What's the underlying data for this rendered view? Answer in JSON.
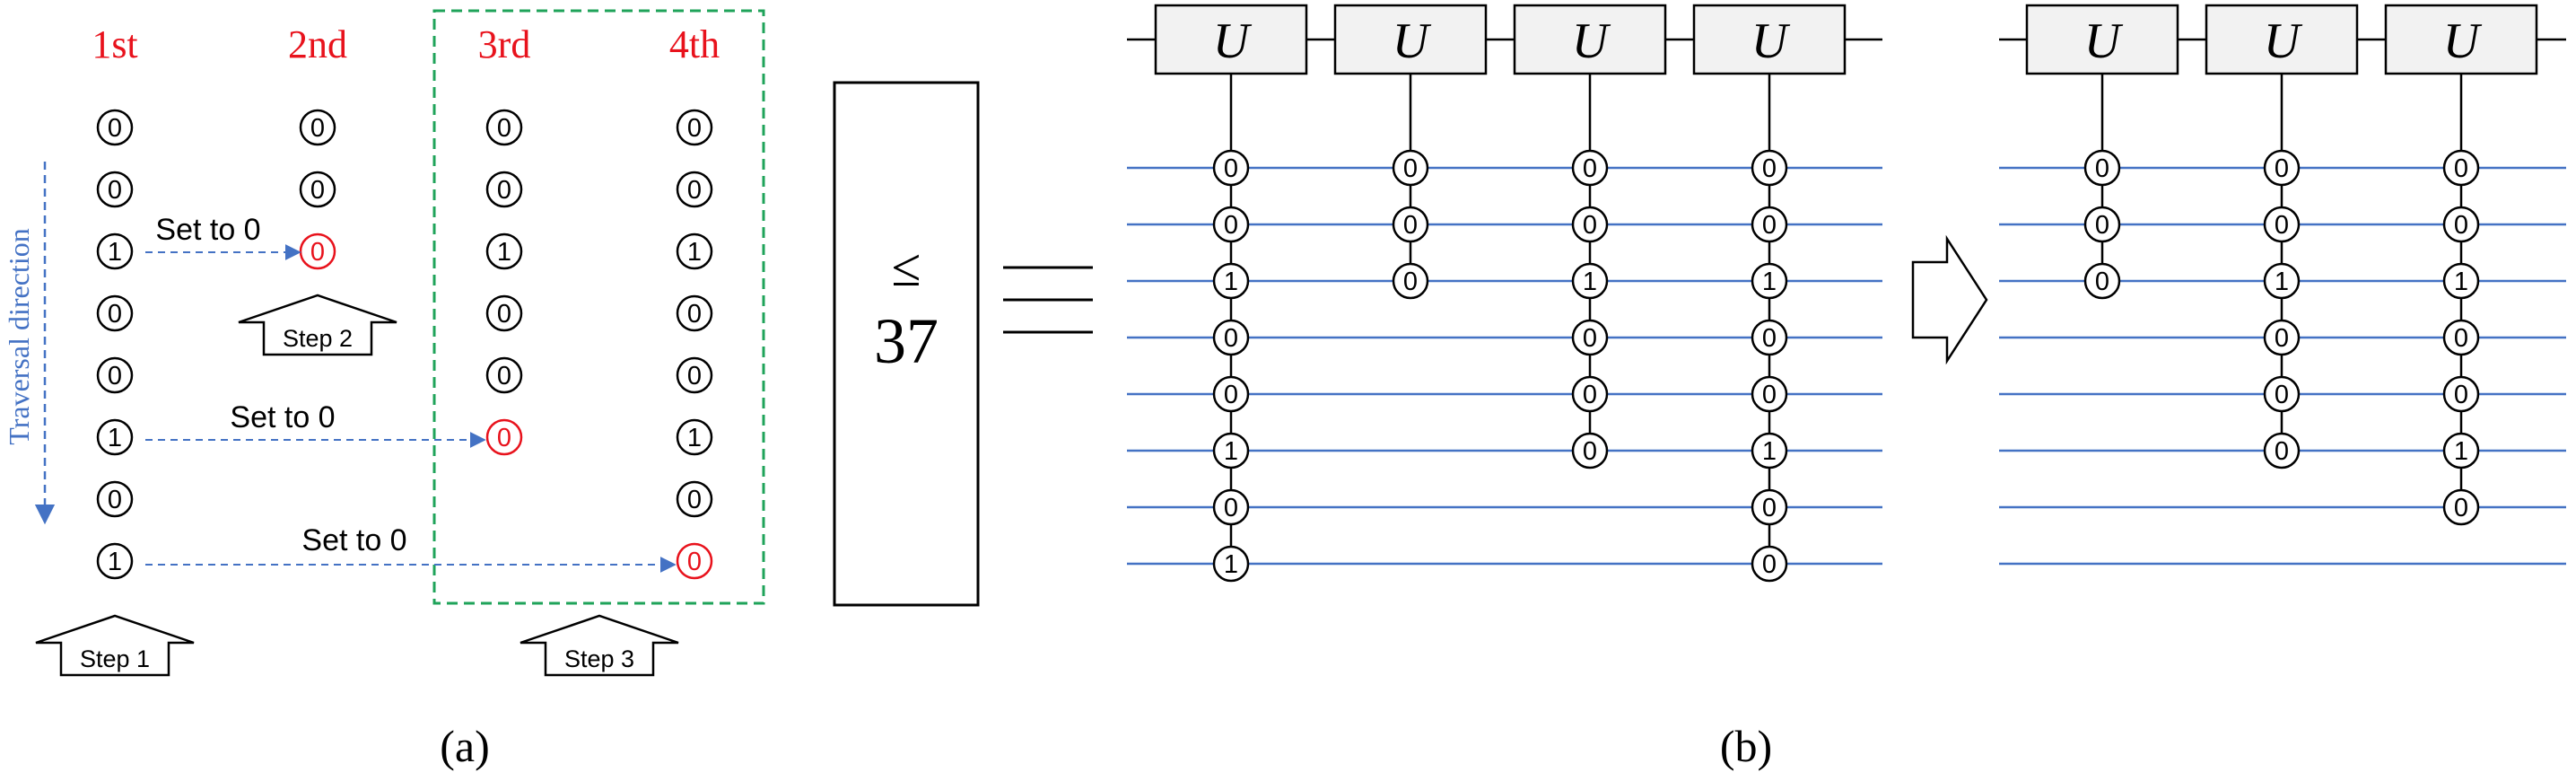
{
  "panel_a": {
    "caption": "(a)",
    "columns": [
      {
        "label": "1st",
        "bits": [
          "0",
          "0",
          "1",
          "0",
          "0",
          "1",
          "0",
          "1"
        ],
        "red_rows": []
      },
      {
        "label": "2nd",
        "bits": [
          "0",
          "0",
          "0"
        ],
        "red_rows": [
          2
        ]
      },
      {
        "label": "3rd",
        "bits": [
          "0",
          "0",
          "1",
          "0",
          "0",
          "0"
        ],
        "red_rows": [
          5
        ]
      },
      {
        "label": "4th",
        "bits": [
          "0",
          "0",
          "1",
          "0",
          "0",
          "1",
          "0",
          "0"
        ],
        "red_rows": [
          7
        ]
      }
    ],
    "traversal_label": "Traversal direction",
    "arrows": [
      {
        "label": "Set to 0",
        "row": 2,
        "from_col": 0,
        "to_col": 1
      },
      {
        "label": "Set to 0",
        "row": 5,
        "from_col": 0,
        "to_col": 2
      },
      {
        "label": "Set to 0",
        "row": 7,
        "from_col": 0,
        "to_col": 3
      }
    ],
    "steps": [
      {
        "label": "Step 1",
        "col": 0,
        "below_row": 7
      },
      {
        "label": "Step 2",
        "col": 1,
        "below_row": 2
      },
      {
        "label": "Step 3",
        "col": 2.5,
        "below_row": 7
      }
    ],
    "colors": {
      "red": "#e8121c",
      "blue": "#4472c4",
      "green": "#1fa35a",
      "black": "#000000"
    }
  },
  "bound_box": {
    "relation": "≤",
    "value": "37"
  },
  "equiv_symbol": "≡",
  "panel_b": {
    "caption": "(b)",
    "gate_label": "U",
    "wire_count": 8,
    "left_circuit": {
      "gates": [
        {
          "bits": [
            "0",
            "0",
            "1",
            "0",
            "0",
            "1",
            "0",
            "1"
          ]
        },
        {
          "bits": [
            "0",
            "0",
            "0"
          ]
        },
        {
          "bits": [
            "0",
            "0",
            "1",
            "0",
            "0",
            "0"
          ]
        },
        {
          "bits": [
            "0",
            "0",
            "1",
            "0",
            "0",
            "1",
            "0",
            "0"
          ]
        }
      ]
    },
    "right_circuit": {
      "gates": [
        {
          "bits": [
            "0",
            "0",
            "0"
          ]
        },
        {
          "bits": [
            "0",
            "0",
            "1",
            "0",
            "0",
            "0"
          ]
        },
        {
          "bits": [
            "0",
            "0",
            "1",
            "0",
            "0",
            "1",
            "0"
          ]
        }
      ]
    },
    "colors": {
      "wire": "#4472c4",
      "gate_fill": "#f2f2f2"
    }
  }
}
